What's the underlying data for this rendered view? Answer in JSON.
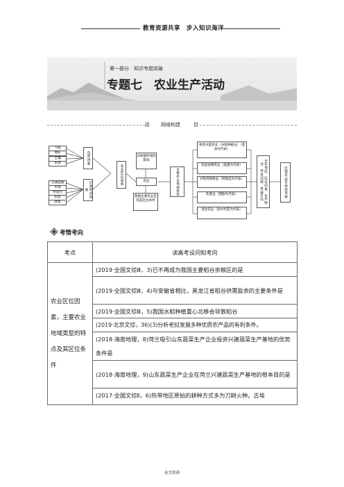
{
  "header": {
    "text": "教育资源共享　步入知识海洋"
  },
  "banner": {
    "part": "第一部分　知识专题突破",
    "title": "专题七　农业生产活动"
  },
  "network": {
    "label": "网络构建",
    "natural": [
      "气候",
      "地形",
      "土壤",
      "水源"
    ],
    "natural_group": "自然因素",
    "social": [
      "交通运输",
      "市场",
      "劳动力",
      "科技",
      "政策"
    ],
    "social_group": "社会经济因素",
    "location": "农业区位因素",
    "impact": "对地理环境的影响",
    "agri": "农业",
    "base": "我国主要农业区及其区位条件",
    "types": "主要农业地域类型",
    "t1": "季风水田农业（水稻种植业）（亚洲为代表）",
    "t2": "商品谷物农业（美国为代表）",
    "t3": "大牧场放牧业（阿根廷为代表）",
    "t4": "乳畜业（西欧为代表）",
    "t5": "混合农业（澳大利亚为代表）",
    "features": "分布地区、区位因素、生产特点、存在问题、发展方向",
    "sustain": "区域农业可持续发展"
  },
  "section": {
    "title": "考情考向"
  },
  "table": {
    "header_col1": "考点",
    "header_col2": "读高考设问知考向",
    "topic": "农业区位因素，主要农业地域类型的特点及其区位条件",
    "rows": [
      "(2019·全国文综Ⅲ，3)已不再成为我国主要稻谷余粮区的是",
      "(2019·全国文综Ⅲ，4)与安徽省相比，黑龙江省稻谷供需盈余的主要条件是",
      "(2019·全国文综Ⅲ，5)我国水稻种植重心北移会导致稻谷",
      "(2019·北京文综，36)(3)分析老挝发展多种优质农产品的有利条件。",
      "(2018·海南地理，8)菏兰吸引山东蔬菜生产企业投资兴建蔬菜生产基地的优势条件是",
      "(2018·海南地理，9)山东蔬菜生产企业在菏兰兴建蔬菜生产基地的根本目的是",
      "(2017·全国文综Ⅱ，6)热带地区原始的耕种方式多为刀耕火种。古埃"
    ]
  },
  "footer": {
    "text": "金戈铁骑"
  }
}
